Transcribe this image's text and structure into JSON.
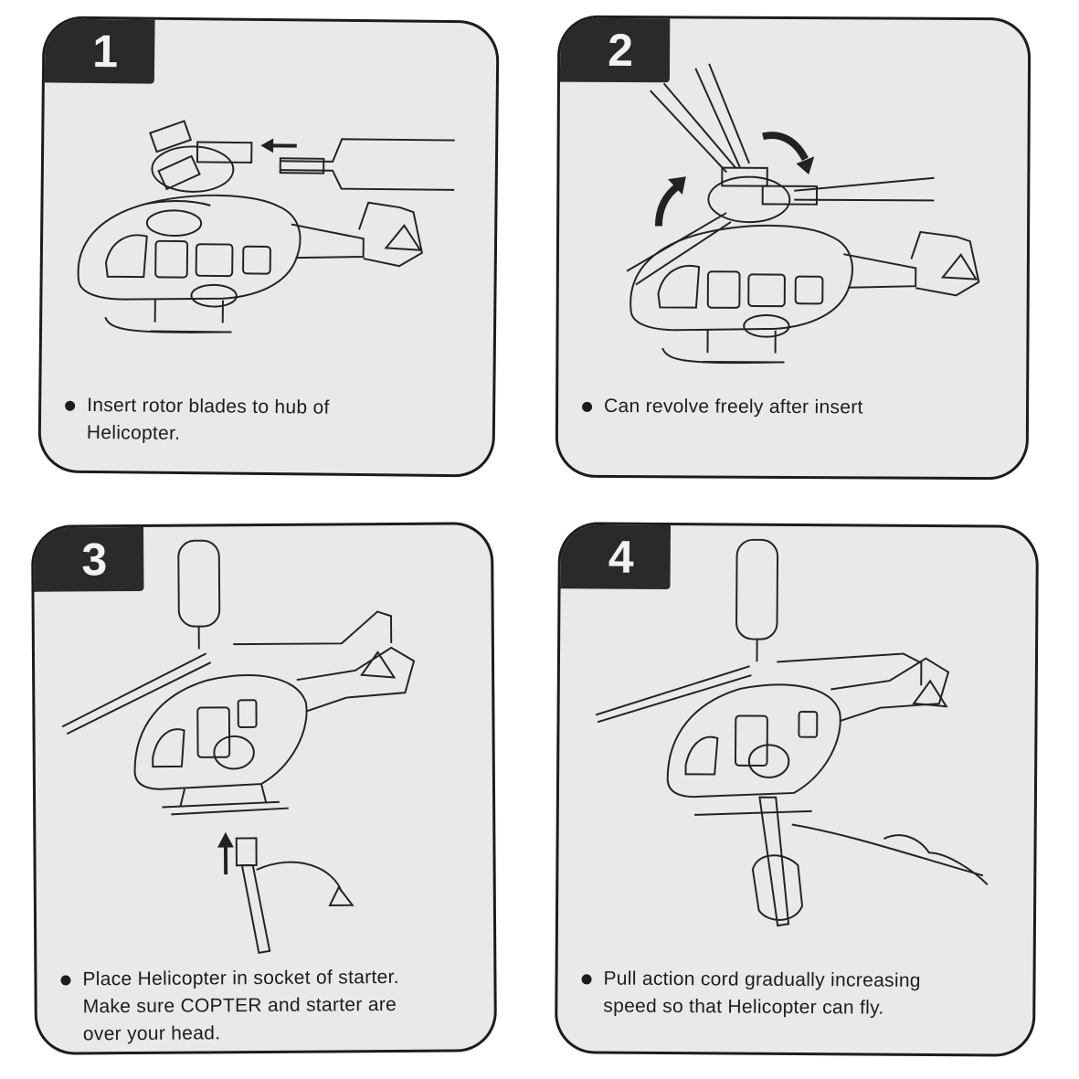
{
  "steps": [
    {
      "number": "1",
      "caption_lines": [
        "Insert rotor blades to hub of",
        "Helicopter."
      ]
    },
    {
      "number": "2",
      "caption_lines": [
        "Can revolve freely after insert"
      ]
    },
    {
      "number": "3",
      "caption_lines": [
        "Place Helicopter in socket of starter.",
        "Make sure COPTER and starter are",
        "over your head."
      ]
    },
    {
      "number": "4",
      "caption_lines": [
        "Pull action cord gradually increasing",
        "speed so that Helicopter can fly."
      ]
    }
  ],
  "icons": [
    "insert-arrow-icon",
    "rotate-arrow-icon",
    "up-arrow-icon",
    "bullet-icon"
  ],
  "colors": {
    "card_background": "#e9e9e7",
    "tab_background": "#2a2a2a",
    "ink": "#1d1d1d"
  }
}
